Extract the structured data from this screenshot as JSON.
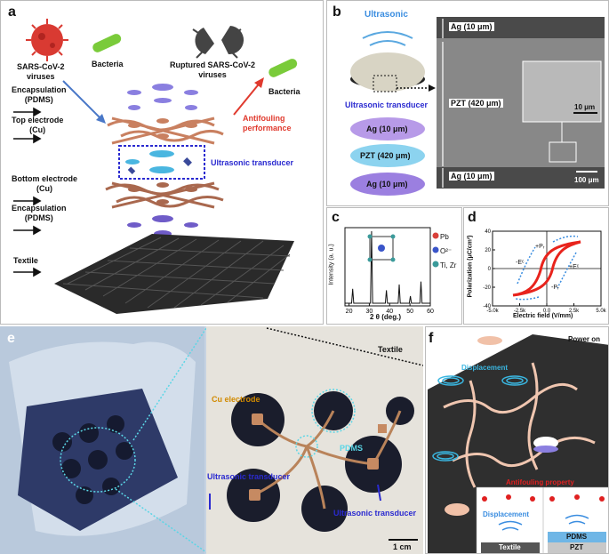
{
  "panel_labels": {
    "a": "a",
    "b": "b",
    "c": "c",
    "d": "d",
    "e": "e",
    "f": "f"
  },
  "panel_a": {
    "virus": "SARS-CoV-2\nviruses",
    "bacteria_left": "Bacteria",
    "ruptured": "Ruptured SARS-CoV-2\nviruses",
    "bacteria_right": "Bacteria",
    "encap_top": "Encapsulation\n(PDMS)",
    "top_electrode": "Top electrode\n(Cu)",
    "antifouling": "Antifouling\nperformance",
    "ultrasonic_transducer": "Ultrasonic transducer",
    "bottom_electrode": "Bottom electrode\n(Cu)",
    "encap_bottom": "Encapsulation\n(PDMS)",
    "textile": "Textile"
  },
  "panel_b": {
    "ultrasonic": "Ultrasonic",
    "ultrasonic_transducer": "Ultrasonic transducer",
    "layer_ag_top": "Ag (10 μm)",
    "layer_pzt": "PZT (420 μm)",
    "layer_ag_bottom": "Ag (10 μm)",
    "sem_ag_top": "Ag (10 μm)",
    "sem_pzt": "PZT (420 μm)",
    "sem_ag_bottom": "Ag (10 μm)",
    "inset_scale": "10 μm",
    "scale_bar": "100 μm"
  },
  "panel_c": {
    "chart_data": {
      "type": "line",
      "xlabel": "2 θ (deg.)",
      "ylabel": "Intensity (a. u.)",
      "xlim": [
        18,
        60
      ],
      "x_ticks": [
        "20",
        "30",
        "40",
        "50",
        "60"
      ],
      "peaks_x": [
        21.8,
        31.1,
        38.4,
        44.7,
        50.2,
        55.4
      ],
      "peaks_rel_height": [
        0.2,
        1.0,
        0.18,
        0.26,
        0.1,
        0.3
      ],
      "legend": [
        "Pb",
        "O²⁻",
        "Ti, Zr"
      ],
      "legend_colors": [
        "#d9403a",
        "#3a55c9",
        "#3a9a9a"
      ]
    }
  },
  "panel_d": {
    "chart_data": {
      "type": "line",
      "xlabel": "Electric field (V/mm)",
      "ylabel": "Polarization (μC/cm²)",
      "xlim": [
        -5000,
        5000
      ],
      "ylim": [
        -40,
        40
      ],
      "x_ticks": [
        "-5.0k",
        "-2.5k",
        "0.0",
        "2.5k",
        "5.0k"
      ],
      "y_ticks": [
        "40",
        "20",
        "0",
        "-20",
        "-40"
      ],
      "annotations": [
        "+Pᵣ",
        "-Eᶜ",
        "+Eᶜ",
        "-Pᵣ"
      ],
      "loop_color": "#e8231c",
      "arrow_color": "#3a8de0"
    }
  },
  "panel_e": {
    "textile": "Textile",
    "cu_electrode": "Cu electrode",
    "pdms": "PDMS",
    "ultrasonic_transducer_left": "Ultrasonic transducer",
    "ultrasonic_transducer_right": "Ultrasonic transducer",
    "scale": "1 cm"
  },
  "panel_f": {
    "power_on": "Power on",
    "displacement": "Displacement",
    "antifouling_property": "Antifouling property",
    "inset_displacement": "Displacement",
    "inset_textile": "Textile",
    "inset_pdms": "PDMS",
    "inset_pzt": "PZT"
  }
}
